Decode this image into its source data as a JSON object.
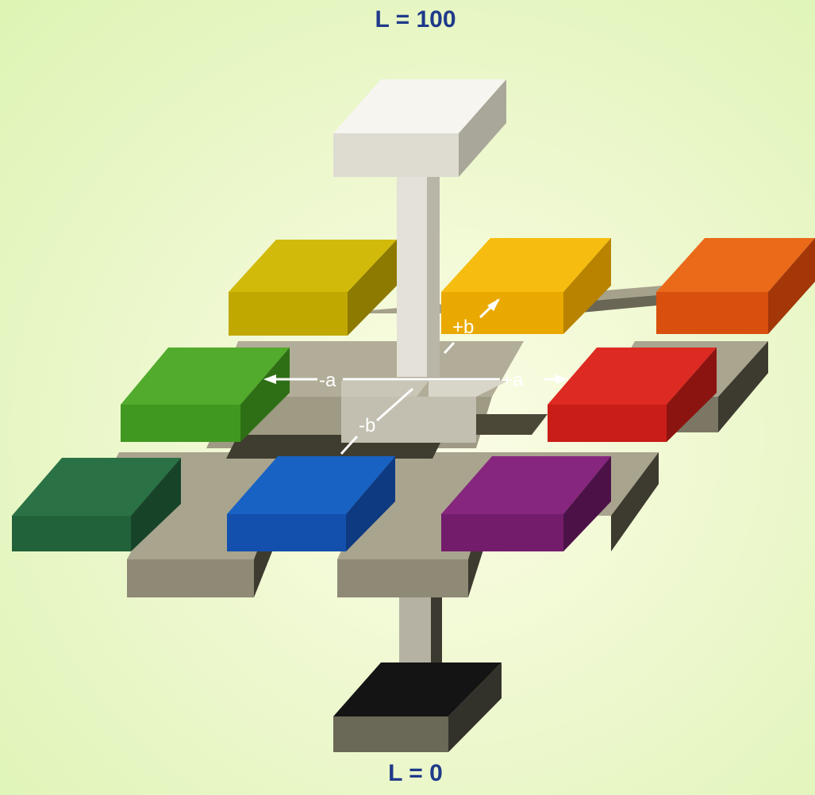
{
  "labels": {
    "top": "L = 100",
    "bottom": "L = 0",
    "minus_a": "-a",
    "plus_a": "+a",
    "plus_b": "+b",
    "minus_b": "-b"
  },
  "colors": {
    "background": "#e6f7c4",
    "label_text": "#1f3a8a",
    "white_block": "#eceae2",
    "black_block": "#1a1a1a",
    "yellow_green": "#c8b000",
    "yellow": "#f2b300",
    "orange": "#e0560f",
    "green": "#46a226",
    "red": "#d0211c",
    "dark_green": "#256b3e",
    "blue": "#1456b8",
    "purple": "#7a1f74",
    "platform": "#a6a18b"
  }
}
